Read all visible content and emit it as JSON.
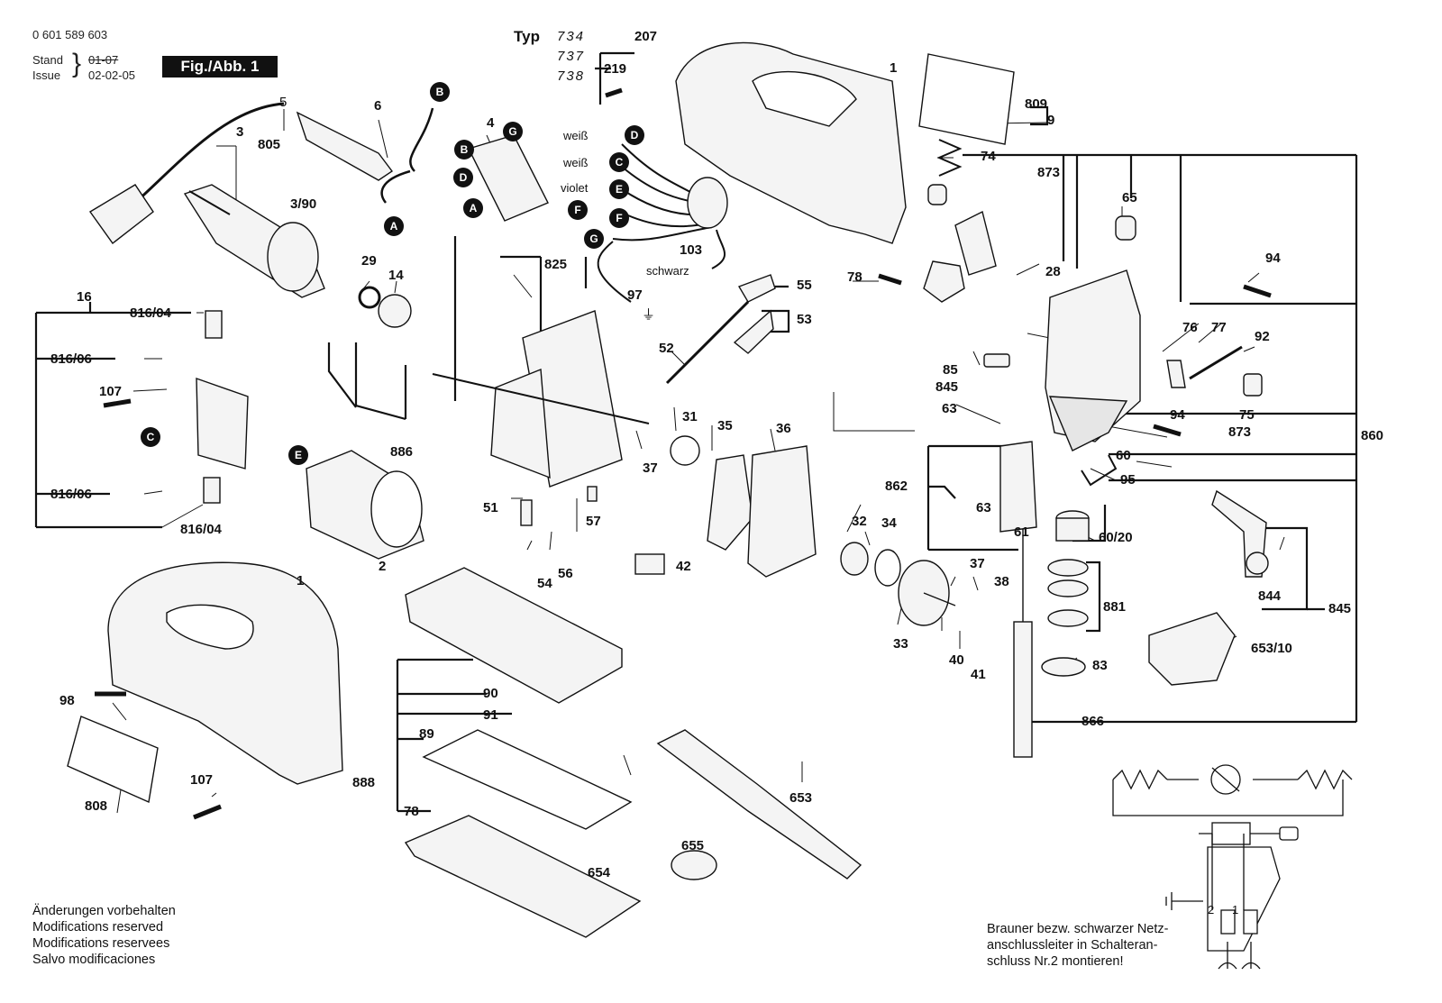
{
  "header": {
    "doc_number": "0 601 589 603",
    "stand_label": "Stand",
    "issue_label": "Issue",
    "stand_old_date": "01-07",
    "issue_date": "02-02-05",
    "figure_label": "Fig./Abb. 1"
  },
  "typ": {
    "label": "Typ",
    "variants": [
      "734",
      "737",
      "738"
    ]
  },
  "wire_labels": [
    "weiß",
    "weiß",
    "violet",
    "schwarz"
  ],
  "connectors": [
    "A",
    "B",
    "C",
    "D",
    "E",
    "F",
    "G"
  ],
  "parts": {
    "p1": "1",
    "p1b": "1",
    "p2": "2",
    "p3": "3",
    "p3_90": "3/90",
    "p4": "4",
    "p5": "5",
    "p805": "805",
    "p6": "6",
    "p9": "9",
    "p809": "809",
    "p14": "14",
    "p16": "16",
    "p28": "28",
    "p29": "29",
    "p31": "31",
    "p32": "32",
    "p33": "33",
    "p34": "34",
    "p35": "35",
    "p36": "36",
    "p37a": "37",
    "p37b": "37",
    "p38": "38",
    "p40": "40",
    "p41": "41",
    "p42": "42",
    "p51": "51",
    "p52": "52",
    "p53": "53",
    "p54": "54",
    "p55": "55",
    "p56": "56",
    "p57": "57",
    "p60": "60",
    "p60_20": "60/20",
    "p61": "61",
    "p63a": "63",
    "p63b": "63",
    "p65": "65",
    "p74": "74",
    "p75": "75",
    "p76": "76",
    "p77": "77",
    "p78a": "78",
    "p78b": "78",
    "p83": "83",
    "p85": "85",
    "p845a": "845",
    "p845b": "845",
    "p89": "89",
    "p90": "90",
    "p91": "91",
    "p92": "92",
    "p94a": "94",
    "p94b": "94",
    "p95": "95",
    "p97": "97",
    "p98": "98",
    "p103": "103",
    "p107a": "107",
    "p107b": "107",
    "p207": "207",
    "p219": "219",
    "p653": "653",
    "p653_10": "653/10",
    "p654": "654",
    "p655": "655",
    "p808": "808",
    "p816_04a": "816/04",
    "p816_04b": "816/04",
    "p816_06a": "816/06",
    "p816_06b": "816/06",
    "p825": "825",
    "p844": "844",
    "p860": "860",
    "p862": "862",
    "p866": "866",
    "p873a": "873",
    "p873b": "873",
    "p881": "881",
    "p886": "886",
    "p888": "888"
  },
  "notes": {
    "changes": [
      "Änderungen vorbehalten",
      "Modifications reserved",
      "Modifications reservees",
      "Salvo modificaciones"
    ],
    "wiring": [
      "Brauner bezw. schwarzer Netz-",
      "anschlussleiter in Schalteran-",
      "schluss Nr.2 montieren!"
    ]
  },
  "schematic": {
    "pin_labels": [
      "2",
      "1"
    ]
  },
  "colors": {
    "ink": "#111111",
    "paper": "#ffffff",
    "fill": "#f4f4f4"
  }
}
